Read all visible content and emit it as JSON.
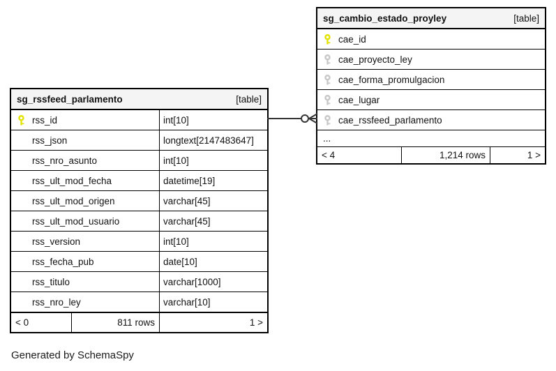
{
  "diagram": {
    "attribution": "Generated by SchemaSpy",
    "tables": [
      {
        "title": "sg_rssfeed_parlamento",
        "badge": "[table]",
        "columns": [
          {
            "name": "rss_id",
            "type": "int[10]",
            "key": "primary"
          },
          {
            "name": "rss_json",
            "type": "longtext[2147483647]",
            "key": ""
          },
          {
            "name": "rss_nro_asunto",
            "type": "int[10]",
            "key": ""
          },
          {
            "name": "rss_ult_mod_fecha",
            "type": "datetime[19]",
            "key": ""
          },
          {
            "name": "rss_ult_mod_origen",
            "type": "varchar[45]",
            "key": ""
          },
          {
            "name": "rss_ult_mod_usuario",
            "type": "varchar[45]",
            "key": ""
          },
          {
            "name": "rss_version",
            "type": "int[10]",
            "key": ""
          },
          {
            "name": "rss_fecha_pub",
            "type": "date[10]",
            "key": ""
          },
          {
            "name": "rss_titulo",
            "type": "varchar[1000]",
            "key": ""
          },
          {
            "name": "rss_nro_ley",
            "type": "varchar[10]",
            "key": ""
          }
        ],
        "pager": {
          "left": "< 0",
          "center": "811 rows",
          "right": "1 >"
        }
      },
      {
        "title": "sg_cambio_estado_proyley",
        "badge": "[table]",
        "columns": [
          {
            "name": "cae_id",
            "key": "primary"
          },
          {
            "name": "cae_proyecto_ley",
            "key": "foreign"
          },
          {
            "name": "cae_forma_promulgacion",
            "key": "foreign"
          },
          {
            "name": "cae_lugar",
            "key": "foreign"
          },
          {
            "name": "cae_rssfeed_parlamento",
            "key": "foreign"
          }
        ],
        "more_indicator": "...",
        "pager": {
          "left": "< 4",
          "center": "1,214 rows",
          "right": "1 >"
        }
      }
    ],
    "relationship": {
      "from_column": "rss_id",
      "to_column": "cae_rssfeed_parlamento",
      "end_style": "zero-or-many (open circle + crow's foot)"
    }
  },
  "icons": {
    "primary_key": "yellow key glyph",
    "foreign_key": "gray key glyph"
  },
  "colors": {
    "pk_yellow": "#e3e300",
    "fk_gray": "#c8c8c8",
    "header_bg": "#f4f4f4",
    "border": "#000000",
    "connector": "#333333",
    "text": "#111111"
  }
}
